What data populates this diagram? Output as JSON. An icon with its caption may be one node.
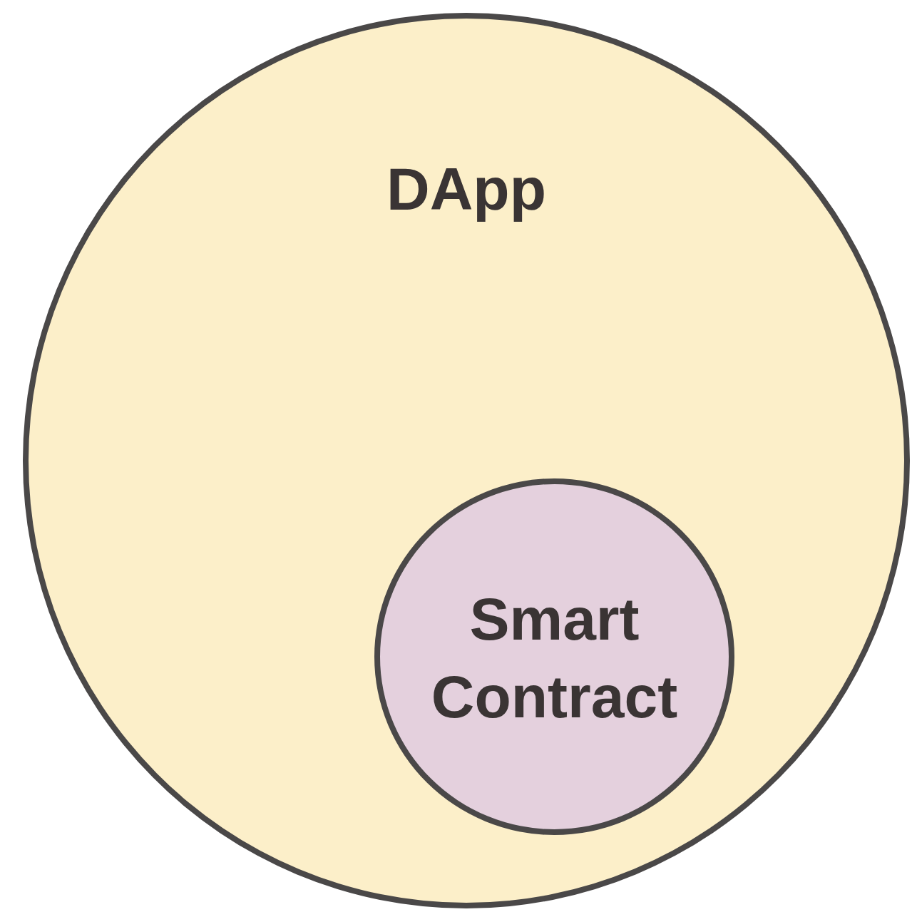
{
  "diagram": {
    "nodes": [
      {
        "text": [
          "DApp"
        ]
      },
      {
        "text": [
          "Smart Contract"
        ],
        "in": 0
      }
    ]
  }
}
